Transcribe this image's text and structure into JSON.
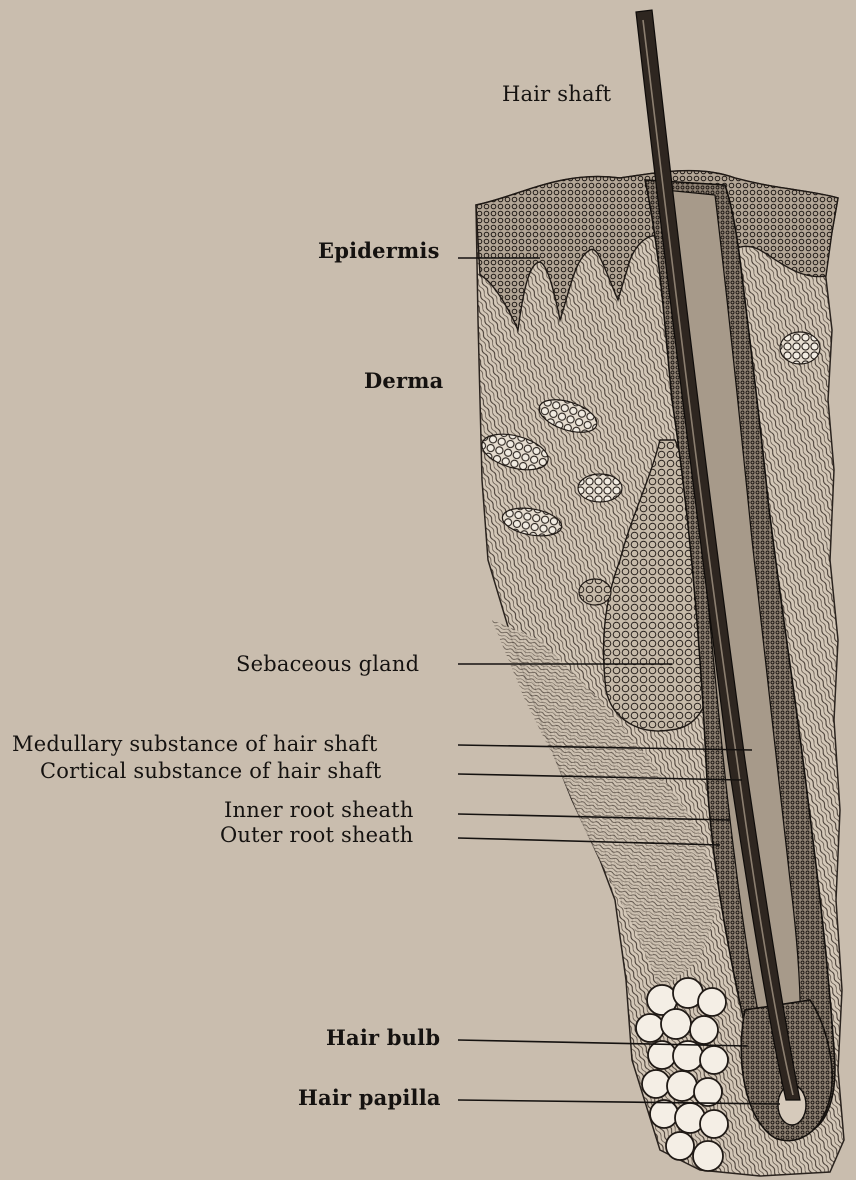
{
  "labels": {
    "hair_shaft": "Hair shaft",
    "epidermis": "Epidermis",
    "derma": "Derma",
    "sebaceous_gland": "Sebaceous gland",
    "medullary_substance": "Medullary substance of hair shaft",
    "cortical_substance": "Cortical substance of hair shaft",
    "inner_root_sheath": "Inner root sheath",
    "outer_root_sheath": "Outer root sheath",
    "hair_bulb": "Hair bulb",
    "hair_papilla": "Hair papilla"
  },
  "colors": {
    "paper": "#c9bdae",
    "ink": "#151210"
  }
}
